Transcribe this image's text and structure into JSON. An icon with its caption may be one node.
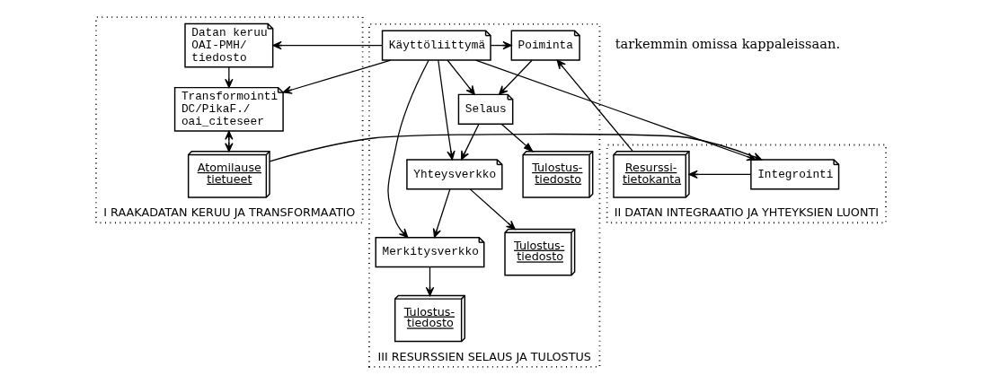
{
  "diagram": {
    "nodes": [
      {
        "text": [
          "I RAAKADATAN KERUU JA TRANSFORMAATIO"
        ]
      },
      {
        "text": [
          "Datan keruu OAI-PMH/ tiedosto"
        ],
        "in": 0
      },
      {
        "text": [
          "Transformointi DC/PikaF./ oai_citeseer"
        ],
        "in": 0
      },
      {
        "text": [
          "Atomilause tietueet"
        ],
        "in": 0
      },
      {
        "text": [
          "II DATAN INTEGRAATIO JA YHTEYKSIEN LUONTI"
        ]
      },
      {
        "text": [
          "Integrointi"
        ],
        "in": 4
      },
      {
        "text": [
          "Resurssi- tietokanta"
        ],
        "in": 4
      },
      {
        "text": [
          "III RESURSSIEN SELAUS JA TULOSTUS"
        ]
      },
      {
        "text": [
          "Käyttöliittymä"
        ],
        "in": 7
      },
      {
        "text": [
          "Poiminta"
        ],
        "in": 7
      },
      {
        "text": [
          "Selaus"
        ],
        "in": 7
      },
      {
        "text": [
          "Tulostus- tiedosto"
        ],
        "in": 7
      },
      {
        "text": [
          "Yhteysverkko"
        ],
        "in": 7
      },
      {
        "text": [
          "Merkitysverkko"
        ],
        "in": 7
      },
      {
        "text": [
          "Tulostus- tiedosto"
        ],
        "in": 7
      },
      {
        "text": [
          "Tulostus- tiedosto"
        ],
        "in": 7
      }
    ],
    "edges": [
      {
        "from": 8,
        "to": 1,
        "arrow": "to"
      },
      {
        "from": 1,
        "to": 2,
        "arrow": "to"
      },
      {
        "from": 8,
        "to": 2,
        "arrow": "to"
      },
      {
        "from": 2,
        "to": 3,
        "arrow": "both"
      },
      {
        "from": 8,
        "to": 5,
        "arrow": "to"
      },
      {
        "from": 3,
        "to": 5,
        "arrow": "to"
      },
      {
        "from": 5,
        "to": 6,
        "arrow": "to"
      },
      {
        "from": 8,
        "to": 9,
        "arrow": "to"
      },
      {
        "from": 6,
        "to": 9,
        "arrow": "to"
      },
      {
        "from": 8,
        "to": 10,
        "arrow": "to"
      },
      {
        "from": 9,
        "to": 10,
        "arrow": "to"
      },
      {
        "from": 10,
        "to": 11,
        "arrow": "to"
      },
      {
        "from": 8,
        "to": 12,
        "arrow": "to"
      },
      {
        "from": 10,
        "to": 12,
        "arrow": "to"
      },
      {
        "from": 8,
        "to": 13,
        "arrow": "to"
      },
      {
        "from": 12,
        "to": 13,
        "arrow": "to"
      },
      {
        "from": 12,
        "to": 15,
        "arrow": "to"
      },
      {
        "from": 13,
        "to": 14,
        "arrow": "to"
      }
    ],
    "labels": [
      "tarkemmin omissa kappaleissaan."
    ]
  }
}
